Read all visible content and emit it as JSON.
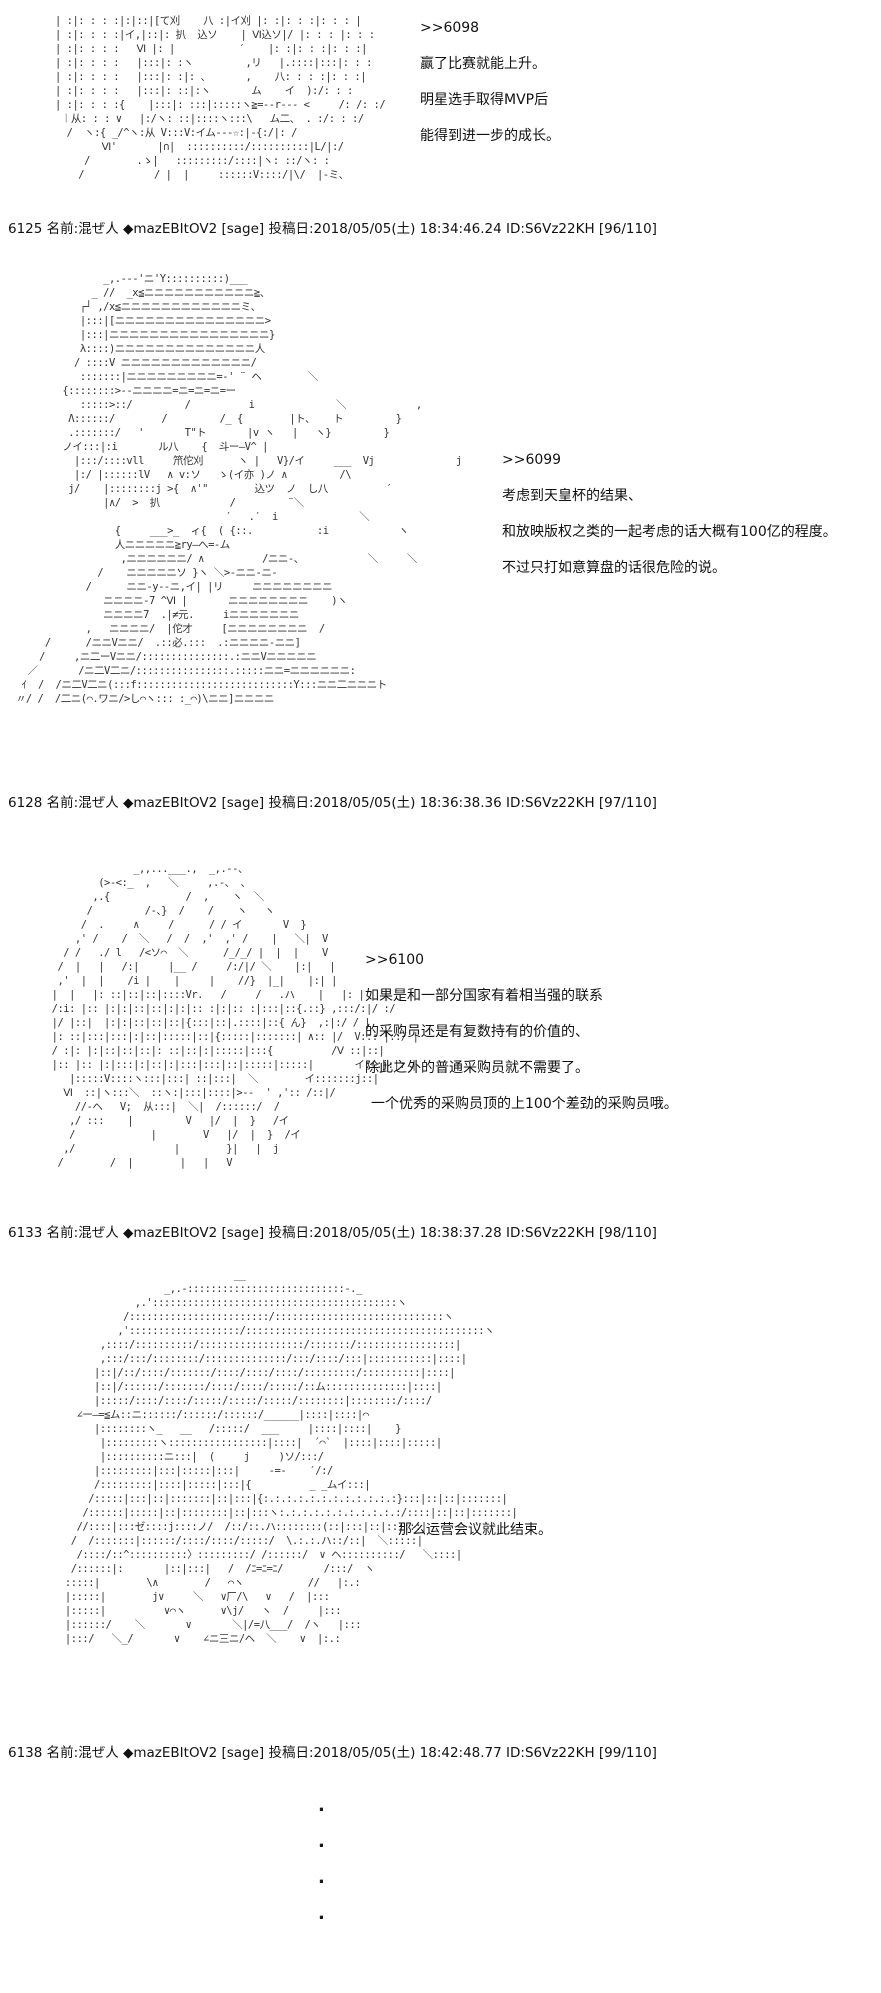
{
  "posts": [
    {
      "dialog": [
        ">>6098",
        "赢了比赛就能上升。",
        "明星选手取得MVP后",
        "能得到进一步的成长。"
      ],
      "meta": "6125 名前:混ぜ人 ◆mazEBItOV2 [sage] 投稿日:2018/05/05(土) 18:34:46.24 ID:S6Vz22KH [96/110]"
    },
    {
      "dialog": [
        ">>6099",
        "考虑到天皇杯的结果、",
        "和放映版权之类的一起考虑的话大概有100亿的程度。",
        "不过只打如意算盘的话很危险的说。"
      ],
      "meta": "6128 名前:混ぜ人 ◆mazEBItOV2 [sage] 投稿日:2018/05/05(土) 18:36:38.36 ID:S6Vz22KH [97/110]"
    },
    {
      "dialog": [
        ">>6100",
        "如果是和一部分国家有着相当强的联系",
        "的采购员还是有复数持有的价值的、",
        "除此之外的普通采购员就不需要了。",
        "一个优秀的采购员顶的上100个差劲的采购员哦。"
      ],
      "meta": "6133 名前:混ぜ人 ◆mazEBItOV2 [sage] 投稿日:2018/05/05(土) 18:38:37.28 ID:S6Vz22KH [98/110]"
    },
    {
      "dialog": [
        "那么运营会议就此结束。"
      ],
      "meta": "6138 名前:混ぜ人 ◆mazEBItOV2 [sage] 投稿日:2018/05/05(土) 18:42:48.77 ID:S6Vz22KH [99/110]"
    }
  ],
  "ellipsis": [
    ".",
    ".",
    ".",
    "."
  ]
}
